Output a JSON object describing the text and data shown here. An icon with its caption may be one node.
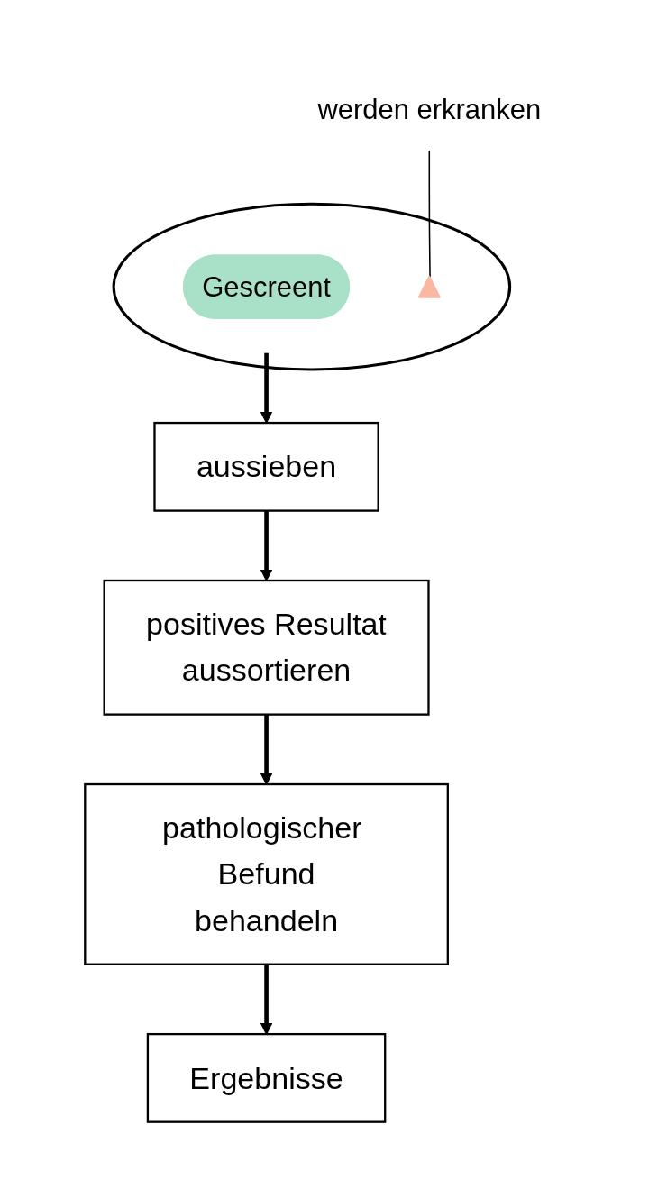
{
  "diagram": {
    "nodes": [
      {
        "text": [],
        "shape": "circle"
      },
      {
        "text": [
          "Gescreent"
        ],
        "in": 0
      },
      {
        "text": [],
        "shape": "triangle",
        "in": 0
      },
      {
        "text": [
          "werden erkranken"
        ]
      },
      {
        "text": [
          "aussieben"
        ]
      },
      {
        "text": [
          "positives Resultat",
          "aussortieren"
        ]
      },
      {
        "text": [
          "pathologischer Befund",
          "behandeln"
        ]
      },
      {
        "text": [
          "Ergebnisse"
        ]
      }
    ],
    "edges": [
      {
        "from": 3,
        "to": 2,
        "arrow": "none"
      },
      {
        "from": 0,
        "to": 4,
        "arrow": "to"
      },
      {
        "from": 4,
        "to": 5,
        "arrow": "to"
      },
      {
        "from": 5,
        "to": 6,
        "arrow": "to"
      },
      {
        "from": 6,
        "to": 7,
        "arrow": "to"
      }
    ]
  }
}
